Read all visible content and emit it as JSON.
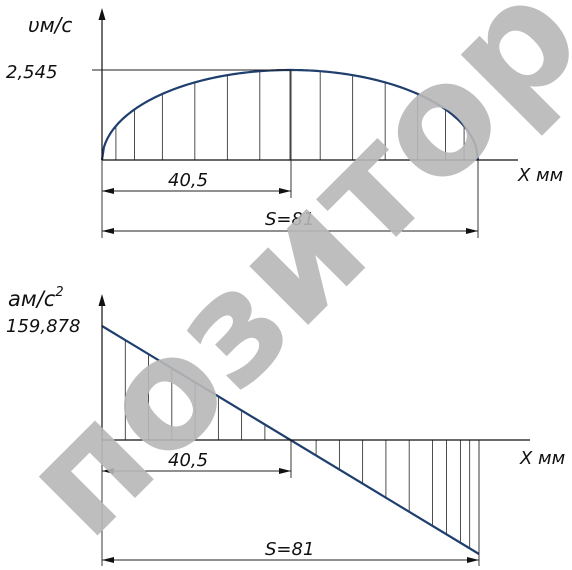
{
  "colors": {
    "curve": "#1f3f6e",
    "lines": "#111111",
    "watermark": "#b8b8b8"
  },
  "watermark": "позитор",
  "chart_data": [
    {
      "type": "area",
      "ylabel": "υм/с",
      "xlabel": "X мм",
      "ytick_label": "2,545",
      "ytick_value": 2.545,
      "xlim": [
        0,
        81
      ],
      "ylim": [
        0,
        2.545
      ],
      "mid_dim": {
        "value": 40.5,
        "label": "40,5"
      },
      "span_dim": {
        "value": 81,
        "label": "S=81"
      },
      "hatch_x": [
        0,
        3,
        7,
        13,
        20,
        27,
        34,
        40.5,
        47,
        54,
        61,
        68,
        74,
        78,
        81
      ],
      "series": [
        {
          "function": "semi_ellipse",
          "peak": 2.545,
          "at": 40.5
        }
      ]
    },
    {
      "type": "area",
      "ylabel": "aм/с²",
      "ylabel_main": "aм/с",
      "ylabel_exp": "2",
      "xlabel": "X мм",
      "ytick_label": "159,878",
      "ytick_value": 159.878,
      "xlim": [
        0,
        81
      ],
      "ylim": [
        -159.878,
        159.878
      ],
      "mid_dim": {
        "value": 40.5,
        "label": "40,5"
      },
      "span_dim": {
        "value": 81,
        "label": "S=81"
      },
      "hatch_x": [
        0,
        5,
        10,
        15,
        20,
        25,
        30,
        35,
        40.5,
        46,
        51,
        56,
        61,
        66,
        71,
        74,
        77,
        79
      ],
      "series": [
        {
          "function": "linear",
          "start": 159.878,
          "end": -159.878
        }
      ]
    }
  ]
}
